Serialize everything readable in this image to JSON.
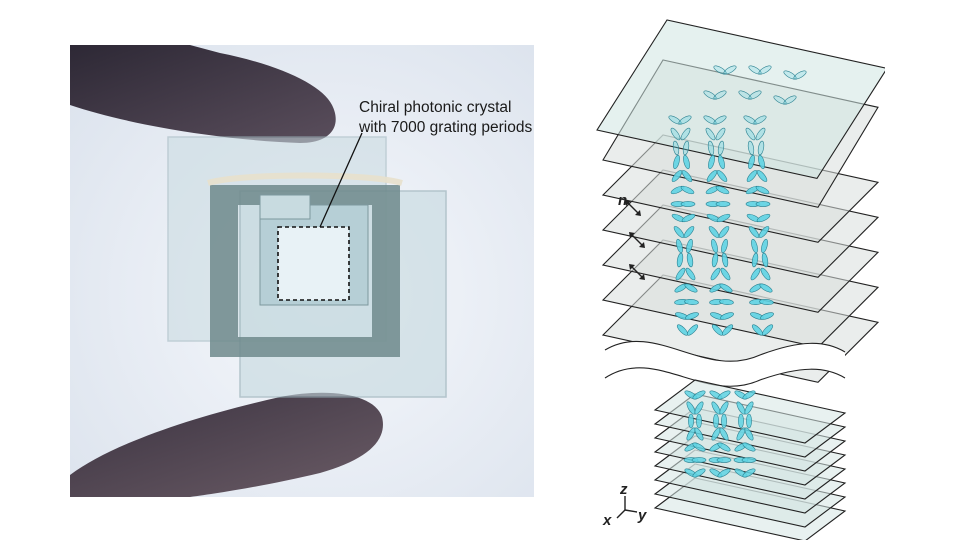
{
  "photo": {
    "callout_line1": "Chiral photonic crystal",
    "callout_line2": "with 7000 grating periods"
  },
  "diagram": {
    "director_label": "n",
    "axes": {
      "z": "z",
      "x": "x",
      "y": "y"
    }
  },
  "colors": {
    "molecule": "#5fd3e3",
    "layer_fill": "#dfe6e4",
    "layer_top": "#cfe6e2",
    "photo_bg": "#e8eef6",
    "finger": "#3a3442"
  }
}
